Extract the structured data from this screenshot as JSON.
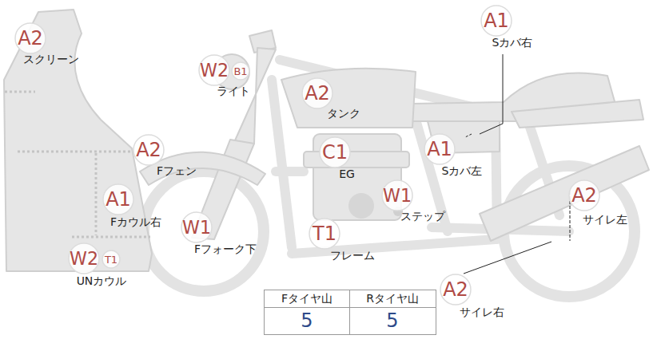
{
  "diagram": {
    "nodes": [
      {
        "text": [
          "A2"
        ]
      },
      {
        "text": [
          "A1"
        ]
      },
      {
        "text": [
          "W2"
        ]
      },
      {
        "text": [
          "B1"
        ]
      },
      {
        "text": [
          "A2"
        ]
      },
      {
        "text": [
          "A2"
        ]
      },
      {
        "text": [
          "C1"
        ]
      },
      {
        "text": [
          "A1"
        ]
      },
      {
        "text": [
          "A1"
        ]
      },
      {
        "text": [
          "W1"
        ]
      },
      {
        "text": [
          "A2"
        ]
      },
      {
        "text": [
          "W1"
        ]
      },
      {
        "text": [
          "T1"
        ]
      },
      {
        "text": [
          "W2"
        ]
      },
      {
        "text": [
          "T1"
        ]
      },
      {
        "text": [
          "A2"
        ]
      }
    ],
    "labels": [
      "スクリーン",
      "ライト",
      "タンク",
      "Sカバ右",
      "EG",
      "Fフェン",
      "Sカバ左",
      "Fカウル右",
      "ステップ",
      "サイレ左",
      "Fフォーク下",
      "フレーム",
      "UNカウル",
      "サイレ右",
      "Fタイヤ山",
      "Rタイヤ山",
      "5",
      "5"
    ]
  }
}
